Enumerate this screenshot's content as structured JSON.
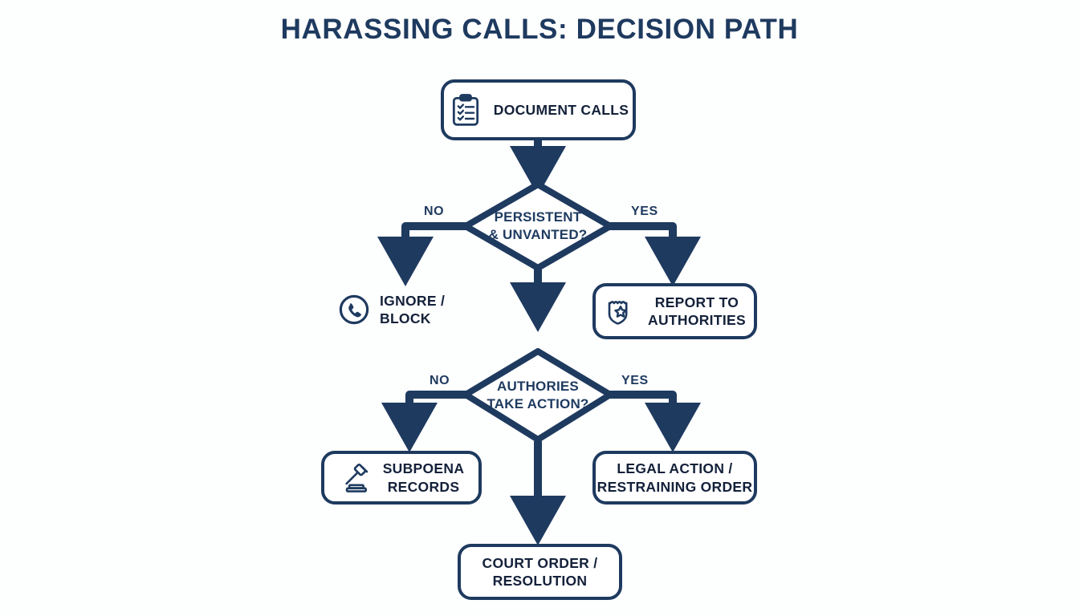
{
  "title": "HARASSING CALLS: DECISION PATH",
  "colors": {
    "ink": "#1e3a5f",
    "text": "#14213a",
    "background": "#fdfefe",
    "node_fill": "#ffffff"
  },
  "nodes": {
    "document_calls": {
      "label": "DOCUMENT CALLS",
      "icon": "clipboard-checklist-icon",
      "shape": "rounded-rectangle"
    },
    "ignore_block": {
      "label": "IGNORE /\nBLOCK",
      "icon": "phone-circle-icon",
      "shape": "plain"
    },
    "report_authorities": {
      "label": "REPORT TO\nAUTHORITIES",
      "icon": "police-badge-icon",
      "shape": "rounded-rectangle"
    },
    "subpoena_records": {
      "label": "SUBPOENA\nRECORDS",
      "icon": "gavel-icon",
      "shape": "rounded-rectangle"
    },
    "legal_action": {
      "label": "LEGAL ACTION /\nRESTRAINING ORDER",
      "icon": null,
      "shape": "rounded-rectangle"
    },
    "court_order": {
      "label": "COURT ORDER /\nRESOLUTION",
      "icon": null,
      "shape": "rounded-rectangle"
    }
  },
  "decisions": {
    "persistent": {
      "label": "PERSISTENT\n& UNVANTED?",
      "shape": "diamond"
    },
    "authorities_act": {
      "label": "AUTHORIES\nTAKE ACTION?",
      "shape": "diamond"
    }
  },
  "edge_labels": {
    "persistent_no": "NO",
    "persistent_yes": "YES",
    "authorities_no": "NO",
    "authorities_yes": "YES"
  }
}
